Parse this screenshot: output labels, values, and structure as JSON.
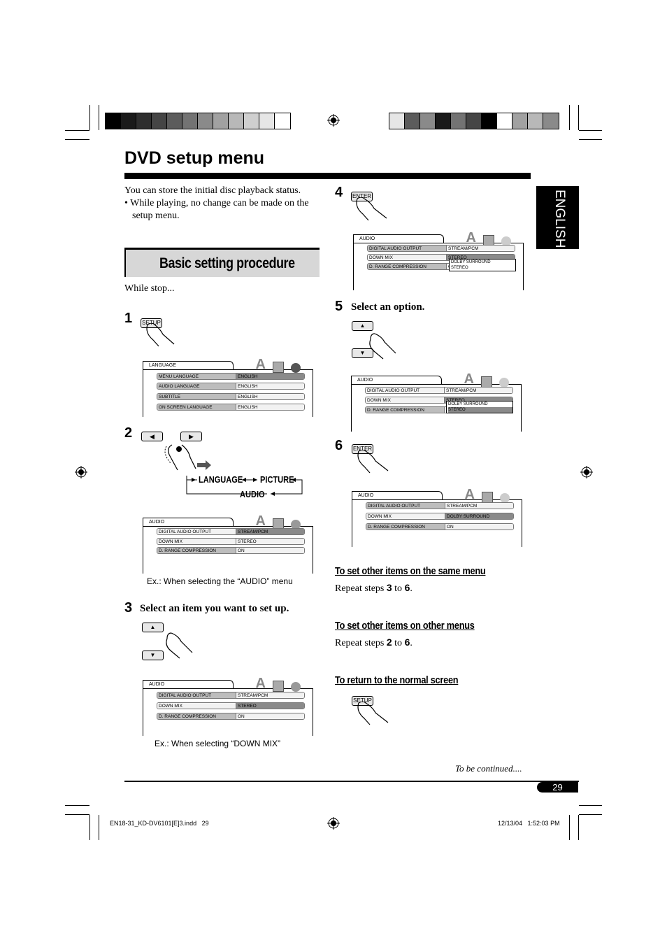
{
  "page": {
    "title": "DVD setup menu",
    "side_tab": "ENGLISH",
    "page_number": "29",
    "to_be_continued": "To be continued....",
    "footer_left": "EN18-31_KD-DV6101[E]3.indd   29",
    "footer_right": "12/13/04   1:52:03 PM"
  },
  "intro": {
    "line1": "You can store the initial disc playback status.",
    "bullet": "•  While playing, no change can be made on the",
    "bullet_cont": "setup menu."
  },
  "basic": {
    "heading": "Basic setting procedure",
    "while_stop": "While stop..."
  },
  "steps": {
    "s1": "1",
    "s2": "2",
    "s3": "3",
    "s3_text": "Select an item you want to set up.",
    "s4": "4",
    "s5": "5",
    "s5_text": "Select an option.",
    "s6": "6"
  },
  "buttons": {
    "setup": "SETUP",
    "enter": "ENTER",
    "up": "▲",
    "down": "▼",
    "left": "◀",
    "right": "▶"
  },
  "cycle": {
    "language": "LANGUAGE",
    "picture": "PICTURE",
    "audio": "AUDIO"
  },
  "menus": {
    "language_tab": "LANGUAGE",
    "audio_tab": "AUDIO",
    "menu_language": "MENU LANGUAGE",
    "audio_language": "AUDIO LANGUAGE",
    "subtitle": "SUBTITLE",
    "on_screen_language": "ON SCREEN LANGUAGE",
    "english": "ENGLISH",
    "digital_audio_output": "DIGITAL AUDIO OUTPUT",
    "down_mix": "DOWN MIX",
    "d_range_compression": "D. RANGE COMPRESSION",
    "stream_pcm": "STREAM/PCM",
    "stereo": "STEREO",
    "on": "ON",
    "dolby_surround": "DOLBY SURROUND",
    "partial_o": "O"
  },
  "captions": {
    "audio_menu": "Ex.: When selecting the “AUDIO” menu",
    "down_mix": "Ex.: When selecting “DOWN MIX”"
  },
  "tips": {
    "same_menu_head": "To set other items on the same menu",
    "same_menu_pre": "Repeat steps ",
    "same_menu_a": "3",
    "same_menu_mid": " to ",
    "same_menu_b": "6",
    "same_menu_end": ".",
    "other_menus_head": "To set other items on other menus",
    "other_menus_pre": "Repeat steps ",
    "other_menus_a": "2",
    "other_menus_mid": " to ",
    "other_menus_b": "6",
    "other_menus_end": ".",
    "normal_head": "To return to the normal screen"
  }
}
